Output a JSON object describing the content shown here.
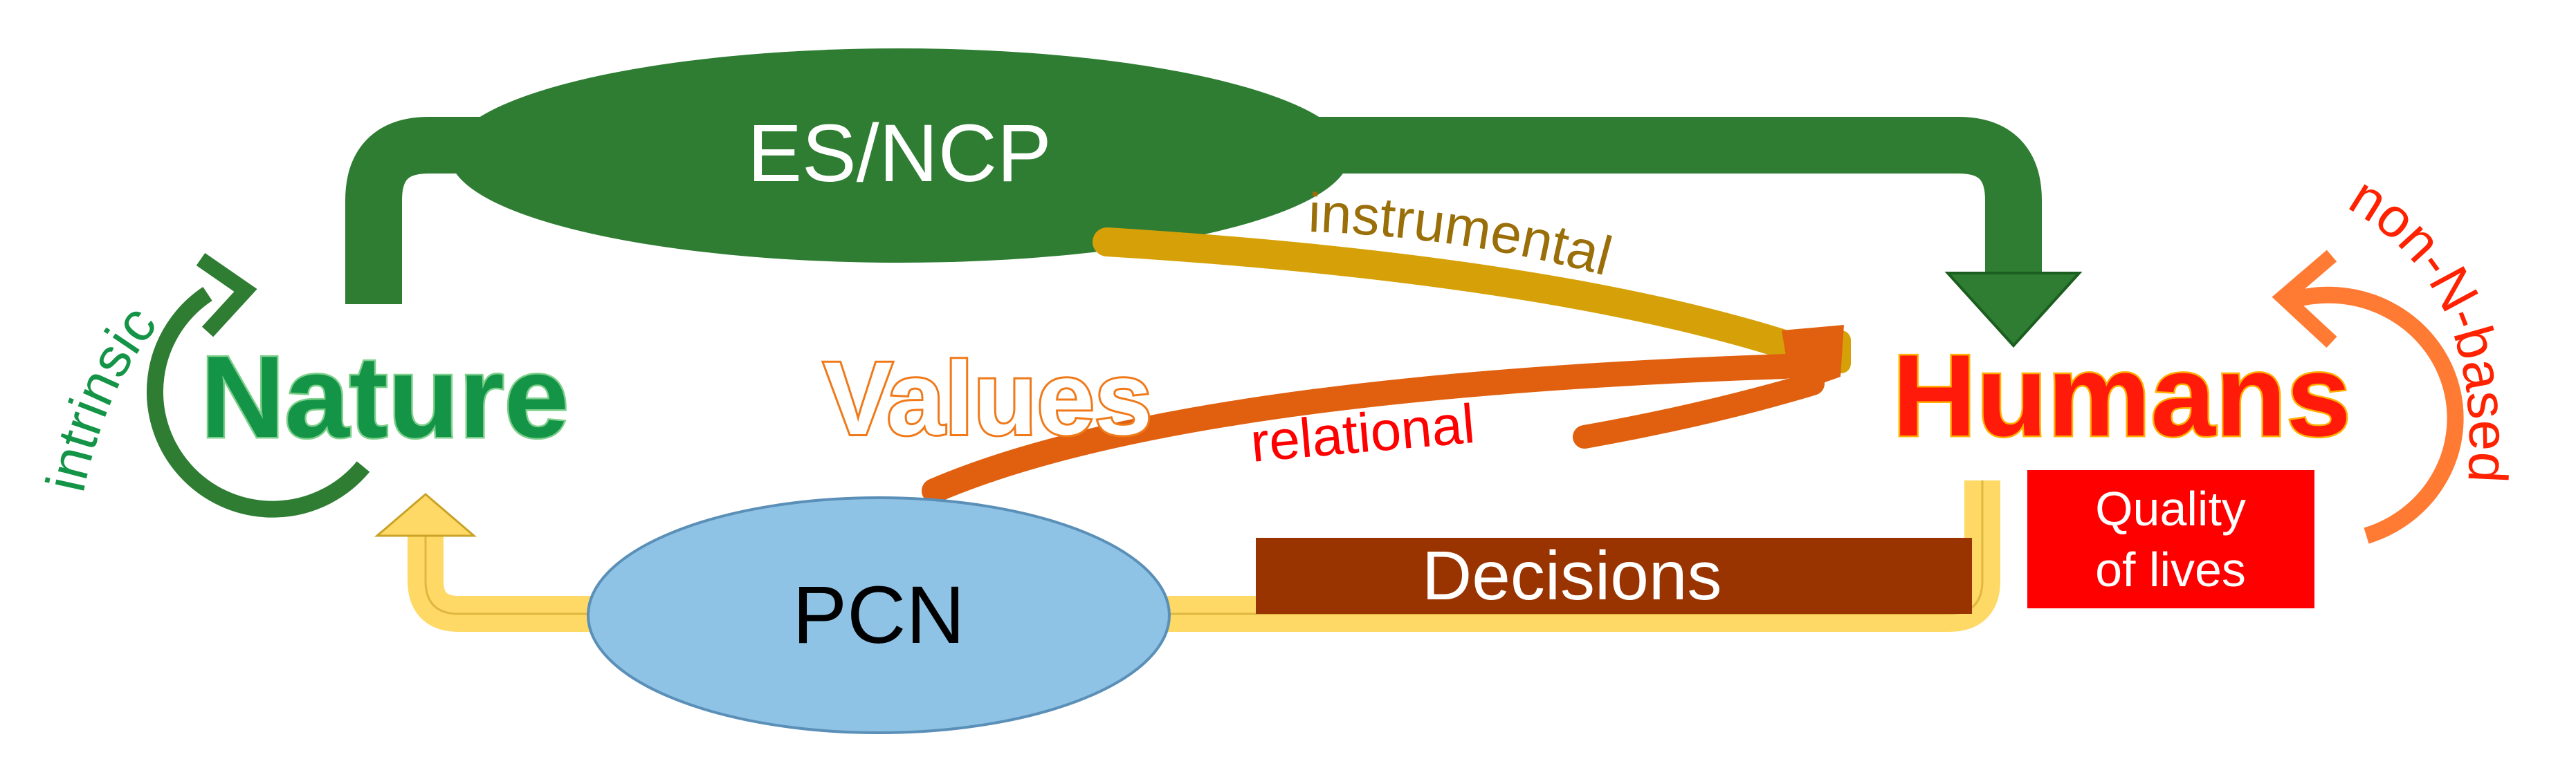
{
  "nodes": {
    "nature": "Nature",
    "humans": "Humans",
    "values": "Values",
    "es_ncp": "ES/NCP",
    "pcn": "PCN",
    "decisions": "Decisions",
    "quality_line1": "Quality",
    "quality_line2": "of lives"
  },
  "value_types": {
    "intrinsic": "intrinsic",
    "instrumental": "instrumental",
    "relational": "relational",
    "non_n_based": "non-N-based"
  },
  "colors": {
    "nature_green": "#139447",
    "dark_green": "#2e7d32",
    "humans_red": "#ff1a0a",
    "values_orange": "#f07a1a",
    "instrumental_gold": "#d6a108",
    "instrumental_text": "#9a6e08",
    "relational_orange": "#e06010",
    "pcn_blue": "#8fc3e5",
    "yellow_arrow": "#ffd966",
    "decisions_brown": "#993300",
    "quality_red": "#ff0000"
  }
}
